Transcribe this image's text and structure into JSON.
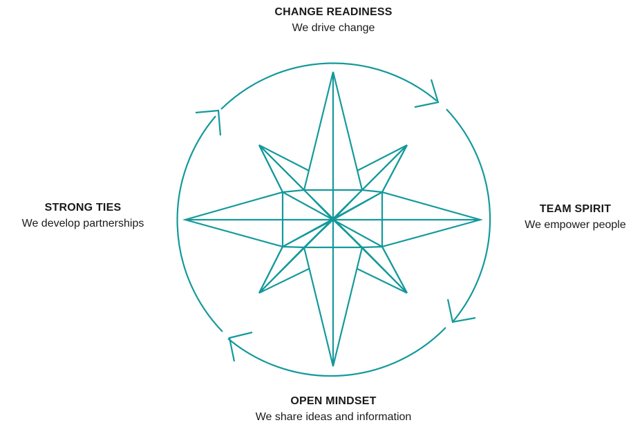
{
  "diagram": {
    "accent_color": "#14999b",
    "center_icon": "compass-rose-icon",
    "labels": {
      "top": {
        "title": "CHANGE READINESS",
        "description": "We drive change"
      },
      "right": {
        "title": "TEAM SPIRIT",
        "description": "We empower people"
      },
      "bottom": {
        "title": "OPEN MINDSET",
        "description": "We share ideas and information"
      },
      "left": {
        "title": "STRONG TIES",
        "description": "We develop partnerships"
      }
    }
  }
}
